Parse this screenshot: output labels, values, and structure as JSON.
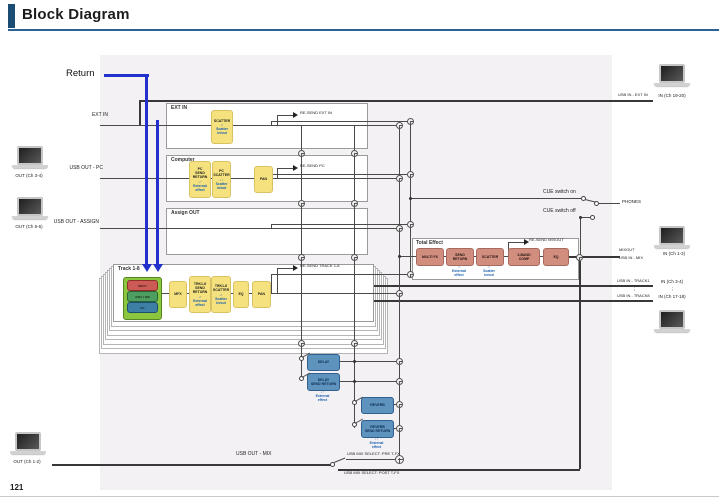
{
  "header": {
    "title": "Block Diagram"
  },
  "page_number": "121",
  "diagram": {
    "return_label": "Return",
    "sections": {
      "ext_in": {
        "outside_label": "EXT IN",
        "title": "EXT IN",
        "scatter_block": "SCATTER",
        "scatter_sub": "↓↑\nScatter\nin/out",
        "resend_label": "RE-SEND EXT IN"
      },
      "computer": {
        "outside_label": "USB OUT - PC",
        "title": "Computer",
        "send_return_block": "PC\nSEND\nRETURN",
        "send_return_sub": "↓↑\nExternal\neffect",
        "scatter_block": "PC\nSCATTER",
        "scatter_sub": "↓↑\nScatter\nin/out",
        "pan_block": "PAN",
        "resend_label": "RE-SEND PC"
      },
      "assign_out": {
        "outside_label": "USB OUT - ASSIGN",
        "title": "Assign OUT"
      },
      "track": {
        "title": "Track 1-8",
        "source_blocks": [
          "INPUT",
          "AIRA LINK",
          "PC"
        ],
        "mfx_block": "MFX",
        "send_return_block": "TRK1-8\nSEND\nRETURN",
        "send_return_sub": "↓↑\nExternal\neffect",
        "scatter_block": "TRK1-8\nSCATTER",
        "scatter_sub": "↓↑\nScatter\nin/out",
        "eq_block": "EQ",
        "pan_block": "PAN",
        "resend_label": "RE-SEND TRACK 1-8"
      },
      "total_effect": {
        "title": "Total Effect",
        "multi_fx_block": "MULTI FX",
        "send_return_block": "SEND\nRETURN",
        "send_return_sub": "↓↑\nExternal\neffect",
        "scatter_block": "SCATTER",
        "scatter_sub": "↓↑\nScatter\nin/out",
        "comp_block": "3-BAND\nCOMP",
        "eq_block": "EQ",
        "resend_label": "RE-SEND MIXOUT"
      }
    },
    "fx": {
      "delay_block": "DELAY",
      "delay_send_return_block": "DELAY\nSEND RETURN",
      "delay_sub": "↓↑\nExternal\neffect",
      "reverb_block": "REVERB",
      "reverb_send_return_block": "REVERB\nSEND RETURN",
      "reverb_sub": "↓↑\nExternal\neffect"
    },
    "cue": {
      "on_label": "CUE switch on",
      "off_label": "CUE switch off",
      "phones_label": "PHONES"
    },
    "usb_select": {
      "pre_label": "USB MIX SELECT: PRE T-FX",
      "post_label": "USB MIX SELECT: POST T-FX"
    },
    "left": {
      "out_ch34": "OUT (Ch 3-4)",
      "out_ch56": "OUT (Ch 5-6)",
      "out_ch12": "OUT (Ch 1-2)",
      "usb_out_mix": "USB OUT - MIX"
    },
    "right": {
      "usb_in_ext_in": "USB IN - EXT IN",
      "in_ch1920": "IN (Ch 19-20)",
      "mixout": "MIXOUT",
      "usb_in_mix": "USB IN - MIX",
      "in_ch12": "IN (Ch 1-2)",
      "usb_in_track1": "USB IN - TRACK1",
      "in_ch34": "IN (Ch 3-4)",
      "usb_in_track8": "USB IN - TRACK8",
      "in_ch1718": "IN (Ch 17-18)",
      "dots": "⋮"
    }
  },
  "colors": {
    "accent_bar": "#1b4d74",
    "header_rule": "#2a6496",
    "panel_bg": "#f4f1f4",
    "yellow_block": "#f5e27e",
    "salmon_block": "#d18e7f",
    "steel_block": "#5e93be",
    "green_container": "#8cc63f",
    "source_red": "#cc5b55",
    "source_green": "#4e9e62",
    "source_blue": "#3e7fa5",
    "blue_sub_text": "#1b5fae",
    "return_line": "#2230cc"
  }
}
